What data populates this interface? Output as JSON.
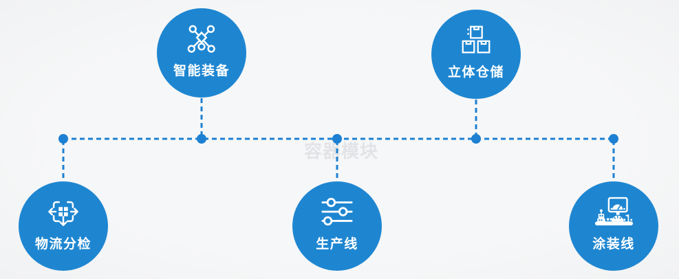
{
  "diagram": {
    "watermark": "容器模块",
    "colors": {
      "node_fill": "#1e86d1",
      "connector": "#1d80d2",
      "icon": "#ffffff",
      "background": "#f5f6f7",
      "label_text": "#ffffff",
      "watermark_text": "#e2e3e6"
    },
    "nodes": [
      {
        "id": "smart-equipment",
        "label": "智能装备",
        "icon": "network-nodes-icon",
        "position": "top-left"
      },
      {
        "id": "storage-warehouse",
        "label": "立体仓储",
        "icon": "stacked-boxes-icon",
        "position": "top-right"
      },
      {
        "id": "logistics-sorting",
        "label": "物流分检",
        "icon": "sort-dispatch-icon",
        "position": "bottom-left"
      },
      {
        "id": "production-line",
        "label": "生产线",
        "icon": "sliders-icon",
        "position": "bottom-center"
      },
      {
        "id": "coating-line",
        "label": "涂装线",
        "icon": "coating-machine-icon",
        "position": "bottom-right"
      }
    ]
  }
}
